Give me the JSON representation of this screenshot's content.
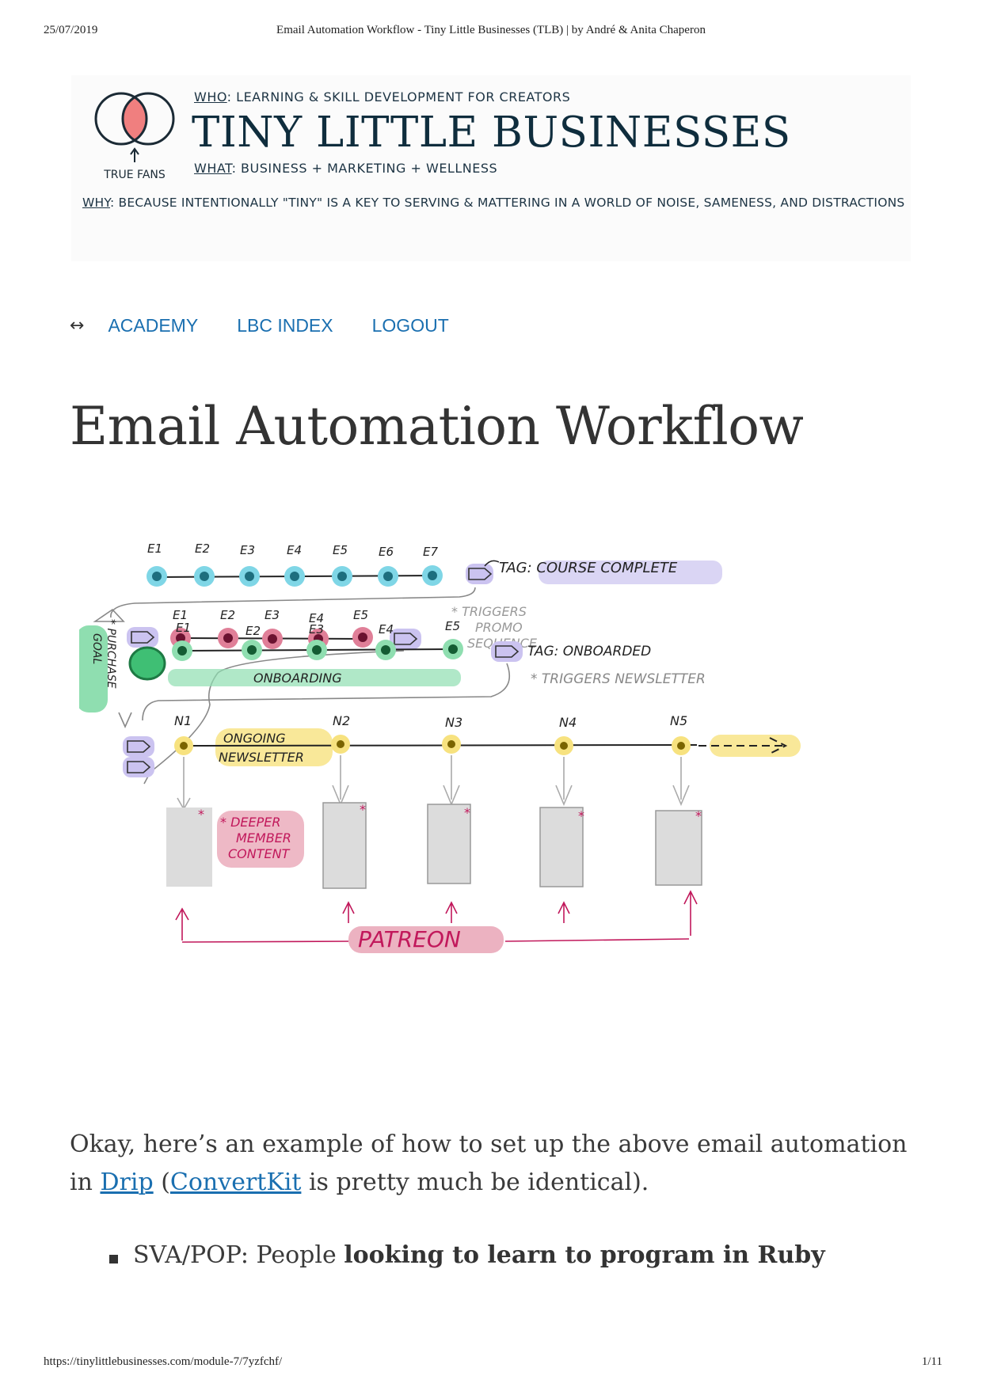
{
  "print": {
    "date": "25/07/2019",
    "doc_title": "Email Automation Workflow - Tiny Little Businesses (TLB) | by André & Anita Chaperon",
    "url": "https://tinylittlebusinesses.com/module-7/7yzfchf/",
    "page": "1/11"
  },
  "banner": {
    "logo_caption": "TRUE FANS",
    "who_label": "WHO",
    "who_text": ": LEARNING & SKILL DEVELOPMENT FOR CREATORS",
    "brand": "TINY LITTLE BUSINESSES",
    "what_label": "WHAT",
    "what_text": ": BUSINESS + MARKETING + WELLNESS",
    "why_label": "WHY",
    "why_text": ": BECAUSE INTENTIONALLY \"TINY\" IS A KEY TO SERVING & MATTERING IN A WORLD OF NOISE, SAMENESS, AND DISTRACTIONS"
  },
  "nav": {
    "arrow": "↔",
    "items": [
      "ACADEMY",
      "LBC INDEX",
      "LOGOUT"
    ]
  },
  "title": "Email Automation Workflow",
  "sketch": {
    "seq1_labels": [
      "E1",
      "E2",
      "E3",
      "E4",
      "E5",
      "E6",
      "E7"
    ],
    "seq1_tag": "TAG: COURSE COMPLETE",
    "seq2_labels": [
      "E1",
      "E2",
      "E3",
      "E4",
      "E5"
    ],
    "triggers_promo": [
      "* TRIGGERS",
      "PROMO",
      "SEQUENCE"
    ],
    "seq3_labels": [
      "E1",
      "E2",
      "E3",
      "E4",
      "E5"
    ],
    "onboarding": "ONBOARDING",
    "goal": "GOAL",
    "purchase": "* PURCHASE",
    "onboarded_tag": "TAG: ONBOARDED",
    "triggers_newsletter": "* TRIGGERS NEWSLETTER",
    "newsletter_labels": [
      "N1",
      "N2",
      "N3",
      "N4",
      "N5"
    ],
    "ongoing": "ONGOING",
    "newsletter": "NEWSLETTER",
    "deeper": [
      "* DEEPER",
      "MEMBER",
      "CONTENT"
    ],
    "patreon": "PATREON",
    "colors": {
      "teal": "#7fd6e6",
      "red": "#e07f98",
      "green": "#8fdeb0",
      "yellow": "#f7e27f",
      "purple": "#cbc3f0",
      "pink": "#c1185b",
      "doc": "#dcdcdc"
    }
  },
  "intro": {
    "before": "Okay, here’s an example of how to set up the above email automation in ",
    "link1": "Drip",
    "middle": " (",
    "link2": "ConvertKit",
    "after": " is pretty much be identical)."
  },
  "bullets": [
    {
      "plain": "SVA/POP: People ",
      "bold": "looking to learn to program in Ruby"
    }
  ]
}
